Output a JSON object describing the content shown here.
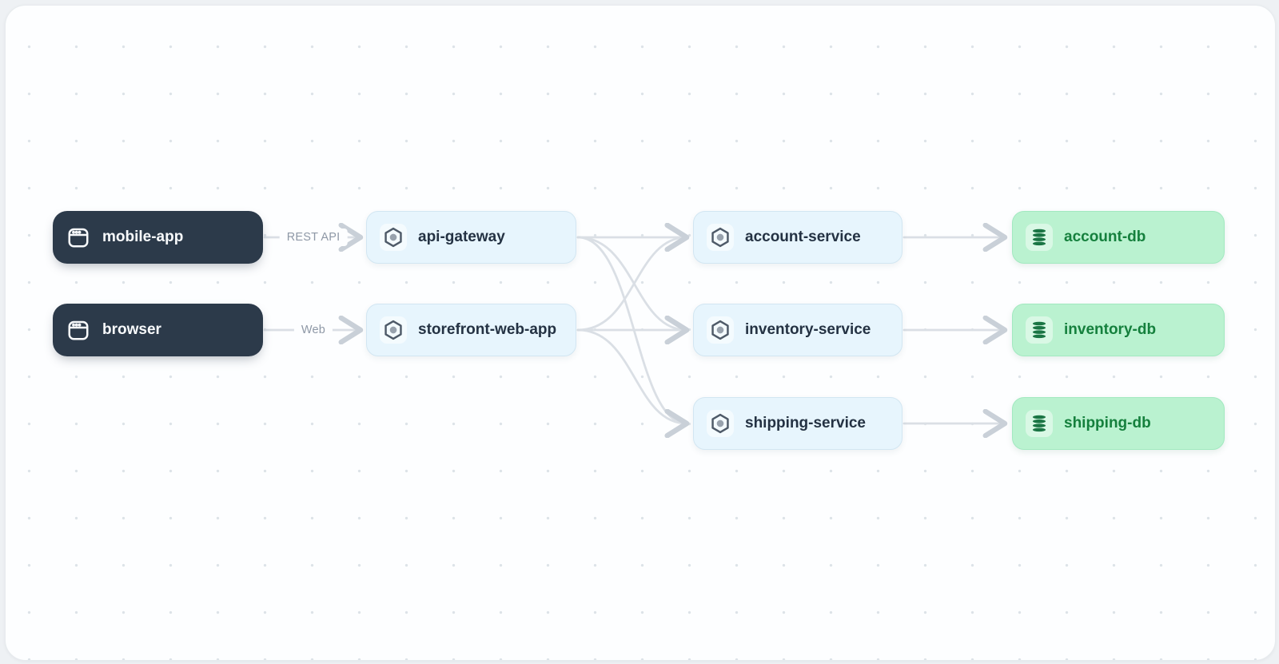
{
  "diagram": {
    "nodes": [
      {
        "id": "mobile-app",
        "type": "client",
        "label": "mobile-app"
      },
      {
        "id": "browser",
        "type": "client",
        "label": "browser"
      },
      {
        "id": "api-gateway",
        "type": "service",
        "label": "api-gateway"
      },
      {
        "id": "storefront-web-app",
        "type": "service",
        "label": "storefront-web-app"
      },
      {
        "id": "account-service",
        "type": "service",
        "label": "account-service"
      },
      {
        "id": "inventory-service",
        "type": "service",
        "label": "inventory-service"
      },
      {
        "id": "shipping-service",
        "type": "service",
        "label": "shipping-service"
      },
      {
        "id": "account-db",
        "type": "database",
        "label": "account-db"
      },
      {
        "id": "inventory-db",
        "type": "database",
        "label": "inventory-db"
      },
      {
        "id": "shipping-db",
        "type": "database",
        "label": "shipping-db"
      }
    ],
    "edges": [
      {
        "from": "mobile-app",
        "to": "api-gateway",
        "label": "REST API"
      },
      {
        "from": "browser",
        "to": "storefront-web-app",
        "label": "Web"
      },
      {
        "from": "api-gateway",
        "to": "account-service",
        "label": ""
      },
      {
        "from": "api-gateway",
        "to": "inventory-service",
        "label": ""
      },
      {
        "from": "api-gateway",
        "to": "shipping-service",
        "label": ""
      },
      {
        "from": "storefront-web-app",
        "to": "account-service",
        "label": ""
      },
      {
        "from": "storefront-web-app",
        "to": "inventory-service",
        "label": ""
      },
      {
        "from": "storefront-web-app",
        "to": "shipping-service",
        "label": ""
      },
      {
        "from": "account-service",
        "to": "account-db",
        "label": ""
      },
      {
        "from": "inventory-service",
        "to": "inventory-db",
        "label": ""
      },
      {
        "from": "shipping-service",
        "to": "shipping-db",
        "label": ""
      }
    ],
    "icons": {
      "client": "app-window-icon",
      "service": "hexagon-nut-icon",
      "database": "database-stack-icon"
    },
    "colors": {
      "client_bg": "#2c3a4a",
      "client_text": "#f8fafc",
      "service_bg": "#e7f5fd",
      "service_border": "#d2e6f2",
      "service_text": "#243243",
      "database_bg": "#baf2d0",
      "database_border": "#a2e9c0",
      "database_text": "#15803d",
      "edge_line": "#dadfe5",
      "edge_arrow": "#c9d0d8",
      "edge_label_text": "#8e98a6",
      "canvas_bg": "#fdfeff",
      "dot_grid": "#dde3e8"
    }
  }
}
